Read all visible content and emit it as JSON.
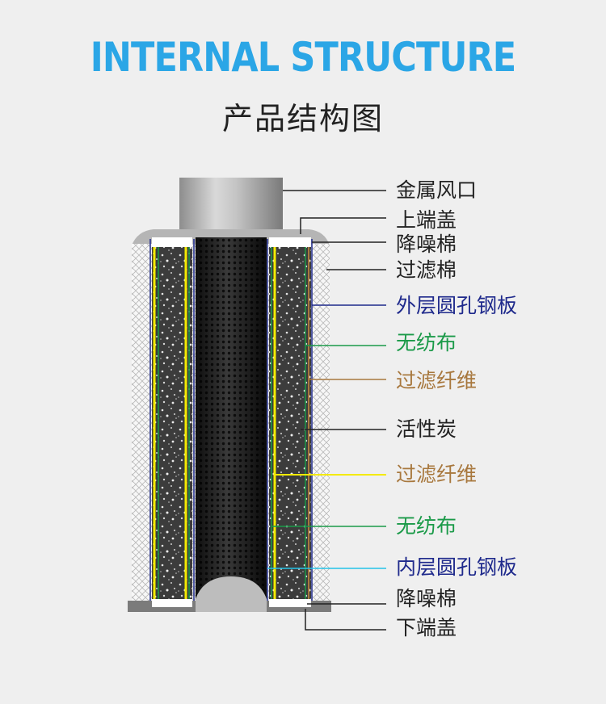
{
  "header": {
    "title_en": "INTERNAL STRUCTURE",
    "title_cn": "产品结构图"
  },
  "labels": [
    {
      "key": "metal_outlet",
      "text": "金属风口",
      "color": "#222222"
    },
    {
      "key": "top_cap",
      "text": "上端盖",
      "color": "#222222"
    },
    {
      "key": "noise_cotton_top",
      "text": "降噪棉",
      "color": "#222222"
    },
    {
      "key": "filter_cotton",
      "text": "过滤棉",
      "color": "#222222"
    },
    {
      "key": "outer_mesh",
      "text": "外层圆孔钢板",
      "color": "#1f2a8c"
    },
    {
      "key": "nonwoven_outer",
      "text": "无纺布",
      "color": "#1a9a48"
    },
    {
      "key": "filter_fiber_outer",
      "text": "过滤纤维",
      "color": "#a8783e"
    },
    {
      "key": "activated_carbon",
      "text": "活性炭",
      "color": "#222222"
    },
    {
      "key": "filter_fiber_inner",
      "text": "过滤纤维",
      "color": "#a8783e"
    },
    {
      "key": "nonwoven_inner",
      "text": "无纺布",
      "color": "#1a9a48"
    },
    {
      "key": "inner_mesh",
      "text": "内层圆孔钢板",
      "color": "#1f2a8c"
    },
    {
      "key": "noise_cotton_bottom",
      "text": "降噪棉",
      "color": "#222222"
    },
    {
      "key": "bottom_cap",
      "text": "下端盖",
      "color": "#222222"
    }
  ]
}
